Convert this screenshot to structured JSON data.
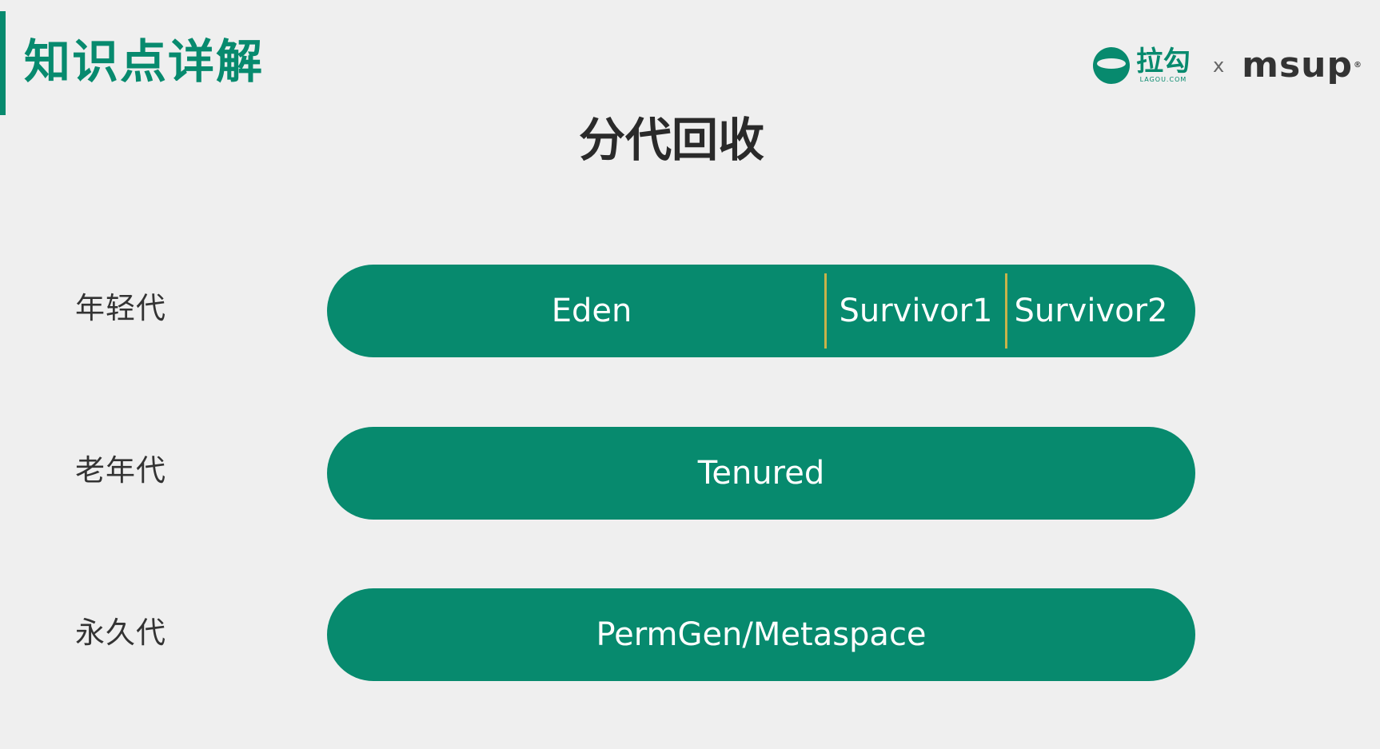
{
  "header": {
    "title": "知识点详解"
  },
  "logo": {
    "lagou_cn": "拉勾",
    "lagou_en": "LAGOU.COM",
    "separator": "x",
    "msup": "msup",
    "msup_registered": "®"
  },
  "diagram": {
    "title": "分代回收",
    "rows": [
      {
        "label": "年轻代",
        "segments": [
          "Eden",
          "Survivor1",
          "Survivor2"
        ]
      },
      {
        "label": "老年代",
        "segments": [
          "Tenured"
        ]
      },
      {
        "label": "永久代",
        "segments": [
          "PermGen/Metaspace"
        ]
      }
    ]
  },
  "colors": {
    "accent": "#078a6e",
    "divider": "#c8b34a",
    "background": "#efefef"
  }
}
